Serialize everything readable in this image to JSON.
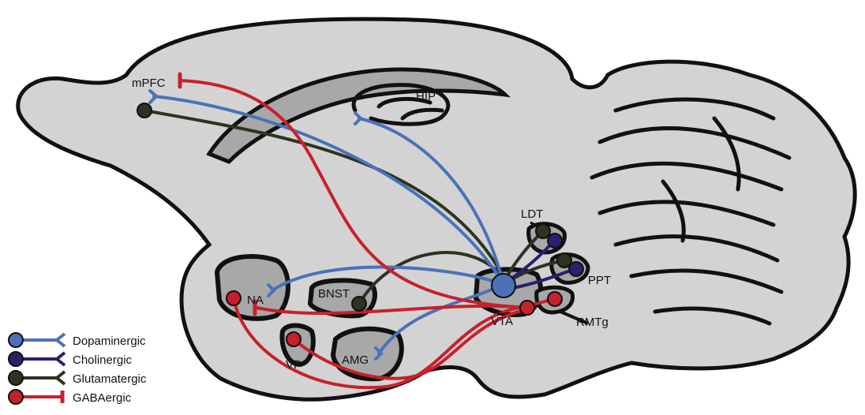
{
  "regions": {
    "mpfc": "mPFC",
    "hip": "HIP",
    "ldt": "LDT",
    "ppt": "PPT",
    "na": "NA",
    "bnst": "BNST",
    "vta": "VTA",
    "rmtg": "RMTg",
    "vp": "VP",
    "amg": "AMG"
  },
  "legend": [
    {
      "key": "dopaminergic",
      "label": "Dopaminergic",
      "color": "#4a72b8"
    },
    {
      "key": "cholinergic",
      "label": "Cholinergic",
      "color": "#2b1f6e"
    },
    {
      "key": "glutamatergic",
      "label": "Glutamatergic",
      "color": "#2a3420"
    },
    {
      "key": "gabaergic",
      "label": "GABAergic",
      "color": "#c8202a"
    }
  ],
  "colors": {
    "brain_fill": "#d3d3d3",
    "nucleus_fill": "#a8a8a8",
    "outline": "#111111"
  }
}
